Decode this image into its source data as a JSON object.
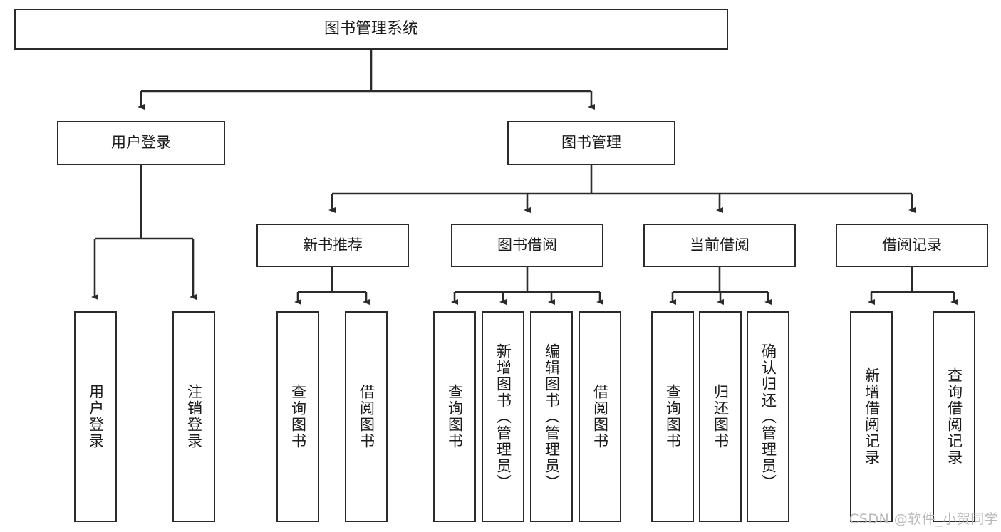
{
  "diagram": {
    "type": "tree-hierarchy",
    "title": "图书管理系统",
    "root": {
      "label": "图书管理系统"
    },
    "level2": [
      {
        "label": "用户登录"
      },
      {
        "label": "图书管理"
      }
    ],
    "level3": [
      {
        "label": "新书推荐"
      },
      {
        "label": "图书借阅"
      },
      {
        "label": "当前借阅"
      },
      {
        "label": "借阅记录"
      }
    ],
    "leaves": {
      "user_login": [
        {
          "label": "用户登录"
        },
        {
          "label": "注销登录"
        }
      ],
      "new_book_recommend": [
        {
          "label": "查询图书"
        },
        {
          "label": "借阅图书"
        }
      ],
      "book_borrow": [
        {
          "label": "查询图书"
        },
        {
          "label": "新增图书（管理员）"
        },
        {
          "label": "编辑图书（管理员）"
        },
        {
          "label": "借阅图书"
        }
      ],
      "current_borrow": [
        {
          "label": "查询图书"
        },
        {
          "label": "归还图书"
        },
        {
          "label": "确认归还（管理员）"
        }
      ],
      "borrow_record": [
        {
          "label": "新增借阅记录"
        },
        {
          "label": "查询借阅记录"
        }
      ]
    }
  },
  "watermark": {
    "text": "CSDN @软件_小贺同学"
  },
  "colors": {
    "border": "#2b2b2b",
    "text": "#1b1b1b",
    "background": "#ffffff",
    "watermark": "#b9b9b9"
  }
}
